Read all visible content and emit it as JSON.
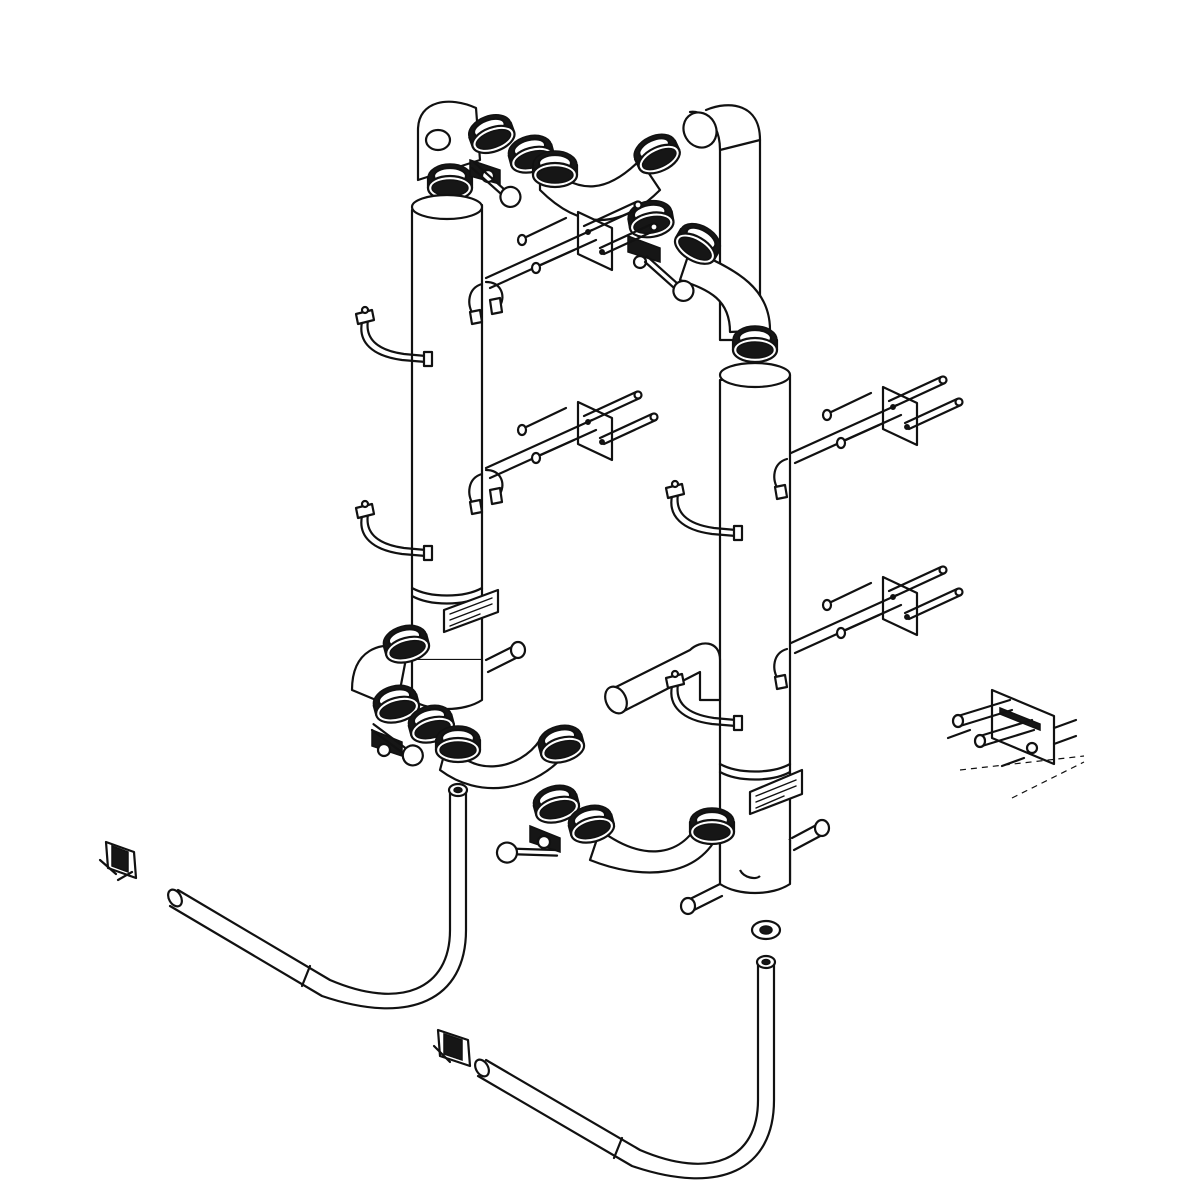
{
  "diagram": {
    "style": "isometric exploded line drawing",
    "line_color": "#111111",
    "background": "#ffffff"
  },
  "vessels": {
    "count": 2,
    "label_plates": 2
  },
  "valve_assemblies": {
    "count": 4,
    "handle_icon": "ball-handle-icon"
  },
  "wall_brackets": {
    "count": 4,
    "loose_bracket_kit": 1
  },
  "pipe_clamps": {
    "count": 6
  },
  "drain_hoses": {
    "count": 2,
    "hose_clip_icon": "hose-clip-icon"
  }
}
